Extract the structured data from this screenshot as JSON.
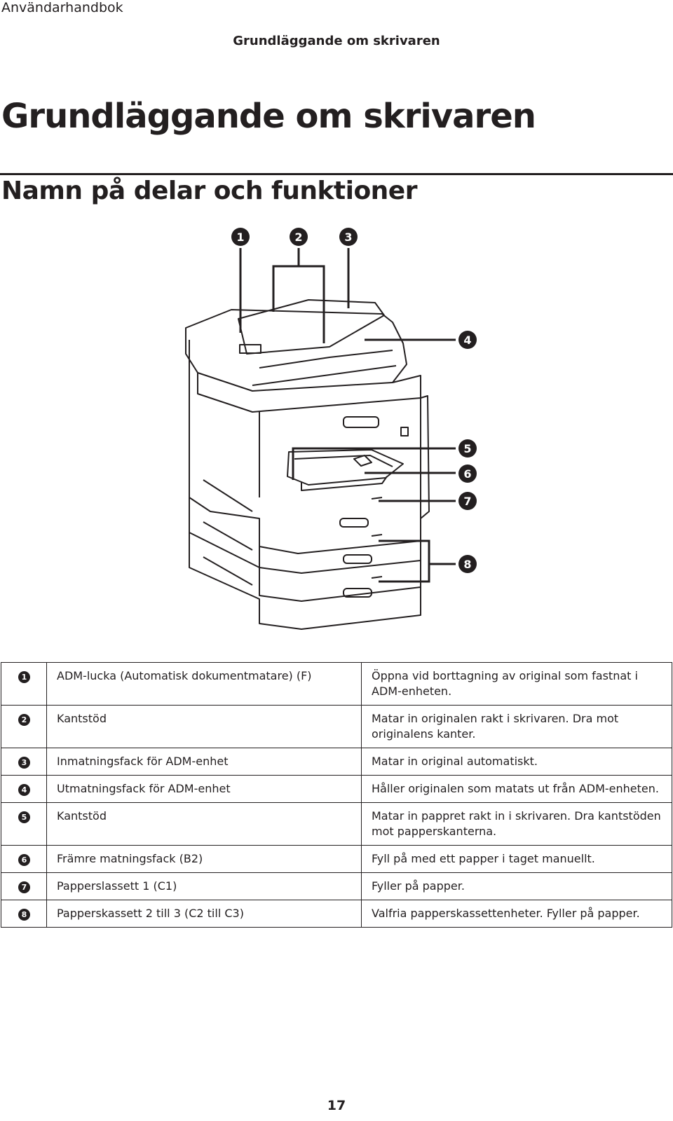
{
  "header": {
    "doc_title": "Användarhandbok",
    "section": "Grundläggande om skrivaren"
  },
  "h1": "Grundläggande om skrivaren",
  "h2": "Namn på delar och funktioner",
  "figure": {
    "callouts": [
      "1",
      "2",
      "3",
      "4",
      "5",
      "6",
      "7",
      "8"
    ]
  },
  "parts": [
    {
      "num": "1",
      "name": "ADM-lucka (Automatisk dokumentmatare) (F)",
      "desc": "Öppna vid borttagning av original som fastnat i ADM-enheten."
    },
    {
      "num": "2",
      "name": "Kantstöd",
      "desc": "Matar in originalen rakt i skrivaren. Dra mot originalens kanter."
    },
    {
      "num": "3",
      "name": "Inmatningsfack för ADM-enhet",
      "desc": "Matar in original automatiskt."
    },
    {
      "num": "4",
      "name": "Utmatningsfack för ADM-enhet",
      "desc": "Håller originalen som matats ut från ADM-enheten."
    },
    {
      "num": "5",
      "name": "Kantstöd",
      "desc": "Matar in pappret rakt in i skrivaren. Dra kantstöden mot papperskanterna."
    },
    {
      "num": "6",
      "name": "Främre matningsfack (B2)",
      "desc": "Fyll på med ett papper i taget manuellt."
    },
    {
      "num": "7",
      "name": "Papperslassett 1 (C1)",
      "desc": "Fyller på papper."
    },
    {
      "num": "8",
      "name": "Papperskassett 2 till 3 (C2 till C3)",
      "desc": "Valfria papperskassettenheter. Fyller på papper."
    }
  ],
  "page_number": "17"
}
